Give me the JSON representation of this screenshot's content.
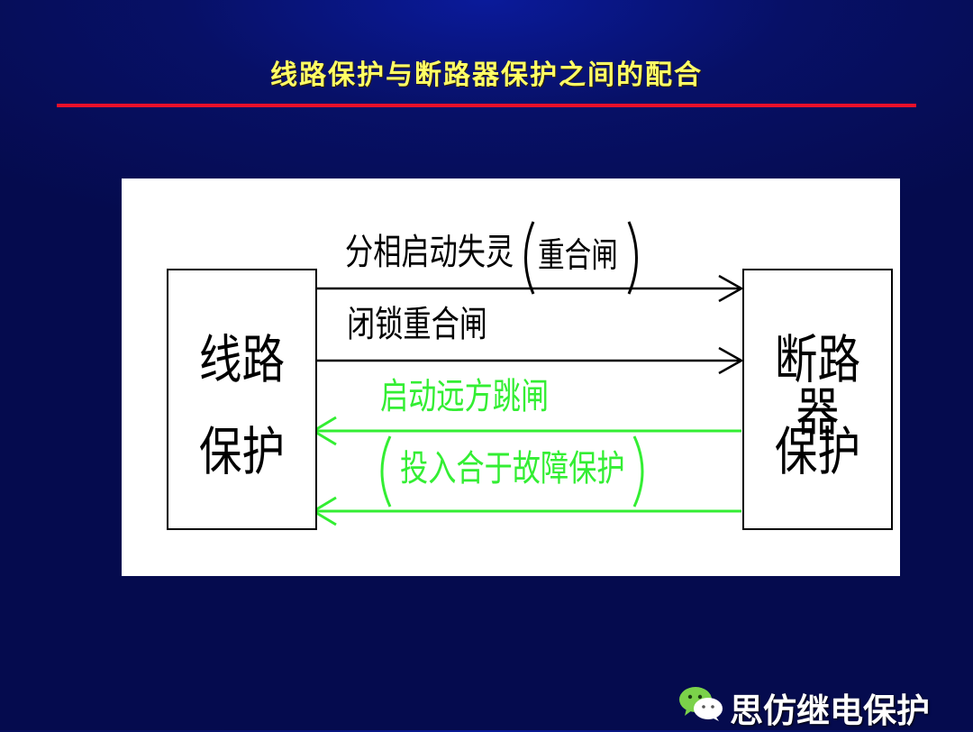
{
  "slide": {
    "title": "线路保护与断路器保护之间的配合"
  },
  "diagram": {
    "left_box": {
      "line1": "线路",
      "line2": "保护"
    },
    "right_box": {
      "line1": "断路器",
      "line2": "保护"
    },
    "arrows": {
      "top_label": "分相启动失灵（重合闸）",
      "top_label_main": "分相启动失灵",
      "top_label_paren": "重合闸",
      "second_label": "闭锁重合闸",
      "green_label1": "启动远方跳闸",
      "green_label2_paren": "投入合于故障保护"
    },
    "colors": {
      "forward": "#000000",
      "reverse": "#33ee33",
      "background": "#ffffff"
    }
  },
  "watermark": {
    "icon": "wechat-icon",
    "text": "思仿继电保护"
  }
}
